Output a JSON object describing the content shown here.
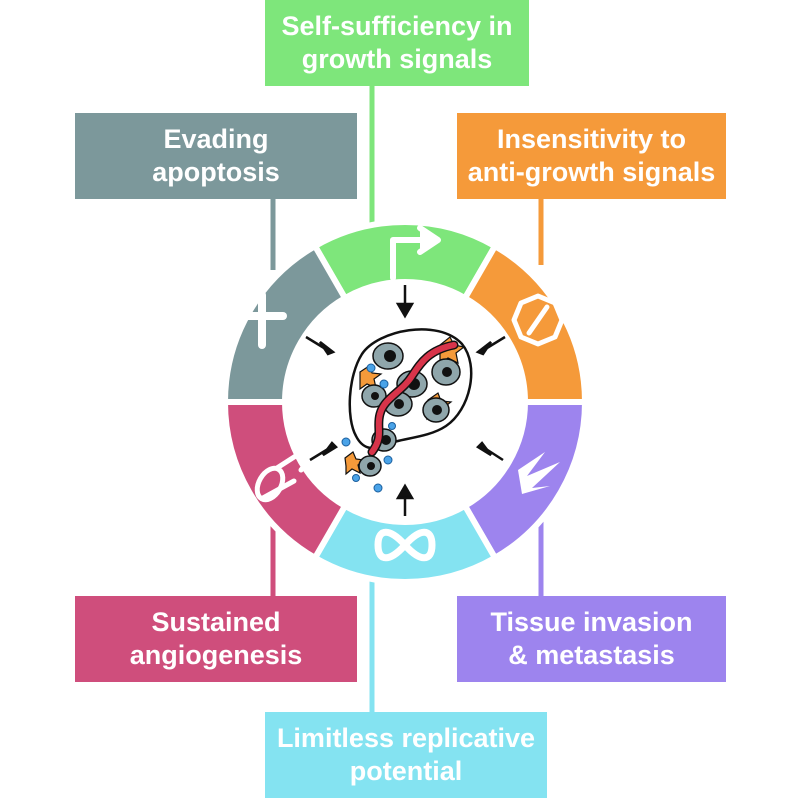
{
  "colors": {
    "growth": "#7ee67b",
    "apoptosis": "#7c989b",
    "antigrowth": "#f59a3a",
    "angiogenesis": "#cf4e7c",
    "invasion": "#9d84ee",
    "replicative": "#84e3f1"
  },
  "hallmarks": {
    "growth": {
      "line1": "Self-sufficiency in",
      "line2": "growth signals",
      "icon": "bent-arrow-icon"
    },
    "apoptosis": {
      "line1": "Evading",
      "line2": "apoptosis",
      "icon": "cross-icon"
    },
    "antigrowth": {
      "line1": "Insensitivity to",
      "line2": "anti-growth signals",
      "icon": "prohibition-icon"
    },
    "angiogenesis": {
      "line1": "Sustained",
      "line2": "angiogenesis",
      "icon": "blood-vessel-icon"
    },
    "invasion": {
      "line1": "Tissue invasion",
      "line2": "& metastasis",
      "icon": "jagged-invasion-icon"
    },
    "replicative": {
      "line1": "Limitless replicative",
      "line2": "potential",
      "icon": "infinity-icon"
    }
  }
}
